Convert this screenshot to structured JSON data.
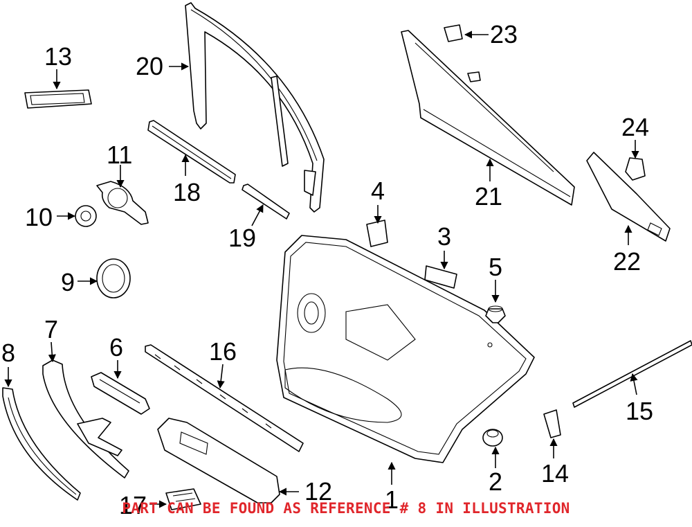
{
  "callouts": {
    "c1": "1",
    "c2": "2",
    "c3": "3",
    "c4": "4",
    "c5": "5",
    "c6": "6",
    "c7": "7",
    "c8": "8",
    "c9": "9",
    "c10": "10",
    "c11": "11",
    "c12": "12",
    "c13": "13",
    "c14": "14",
    "c15": "15",
    "c16": "16",
    "c17": "17",
    "c18": "18",
    "c19": "19",
    "c20": "20",
    "c21": "21",
    "c22": "22",
    "c23": "23",
    "c24": "24"
  },
  "notice": "PART CAN BE FOUND AS REFERENCE # 8 IN ILLUSTRATION",
  "colors": {
    "line": "#000000",
    "notice": "#e0262b",
    "background": "#ffffff"
  }
}
